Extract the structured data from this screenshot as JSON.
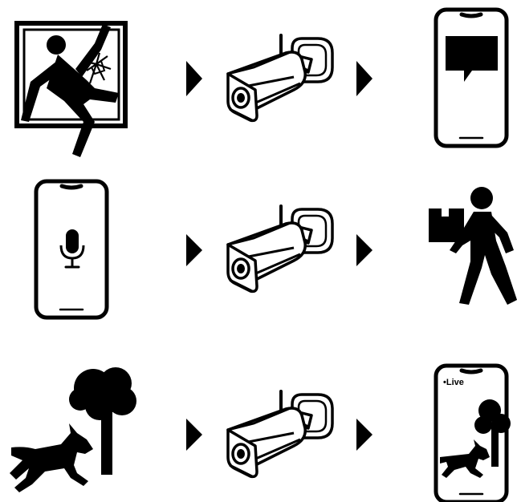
{
  "rows": [
    {
      "source": "burglar-breaking-window",
      "device": "security-camera",
      "result": "phone-message-alert"
    },
    {
      "source": "phone-microphone",
      "device": "security-camera",
      "result": "delivery-person"
    },
    {
      "source": "dog-and-tree",
      "device": "security-camera",
      "result": "phone-live-view"
    }
  ],
  "live_view": {
    "label": "•Live"
  },
  "icons": {
    "arrow": "triangle-right-icon",
    "camera": "bullet-security-camera-icon",
    "phone": "smartphone-icon",
    "chat": "speech-bubble-icon",
    "mic": "microphone-icon",
    "person": "walking-person-icon",
    "package": "box-icon",
    "dog": "dog-icon",
    "tree": "tree-icon"
  },
  "colors": {
    "ink": "#000000",
    "background": "#ffffff"
  }
}
